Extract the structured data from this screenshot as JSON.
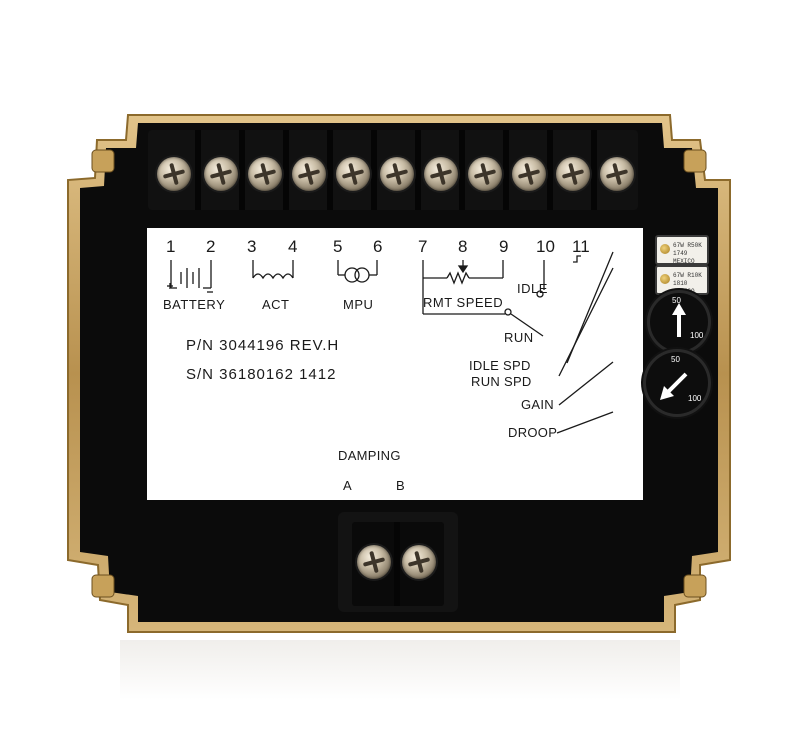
{
  "colors": {
    "frame_gold": "#c9a766",
    "body_black": "#0b0b0b",
    "label_white": "#ffffff",
    "text": "#1a1a1a"
  },
  "terminals": {
    "numbers": [
      "1",
      "2",
      "3",
      "4",
      "5",
      "6",
      "7",
      "8",
      "9",
      "10",
      "11"
    ],
    "groups": {
      "battery": "BATTERY",
      "act": "ACT",
      "mpu": "MPU",
      "rmt_speed": "RMT SPEED",
      "idle": "IDLE",
      "run": "RUN"
    }
  },
  "label": {
    "part_number": "P/N 3044196  REV.H",
    "serial_number": "S/N 36180162   1412",
    "idle_spd": "IDLE SPD",
    "run_spd": "RUN SPD",
    "gain": "GAIN",
    "droop": "DROOP",
    "damping": "DAMPING",
    "damping_a": "A",
    "damping_b": "B"
  },
  "trimmers": [
    {
      "line1": "67W R50K",
      "line2": "1749 MEXICO"
    },
    {
      "line1": "67W R10K",
      "line2": "1810 MEXICO"
    }
  ],
  "dials": [
    {
      "top": "50",
      "bottom": "100"
    },
    {
      "top": "50",
      "bottom": "100"
    }
  ],
  "icons": [
    "battery-symbol-icon",
    "actuator-coil-icon",
    "mpu-transformer-icon",
    "potentiometer-icon",
    "switch-icon"
  ]
}
